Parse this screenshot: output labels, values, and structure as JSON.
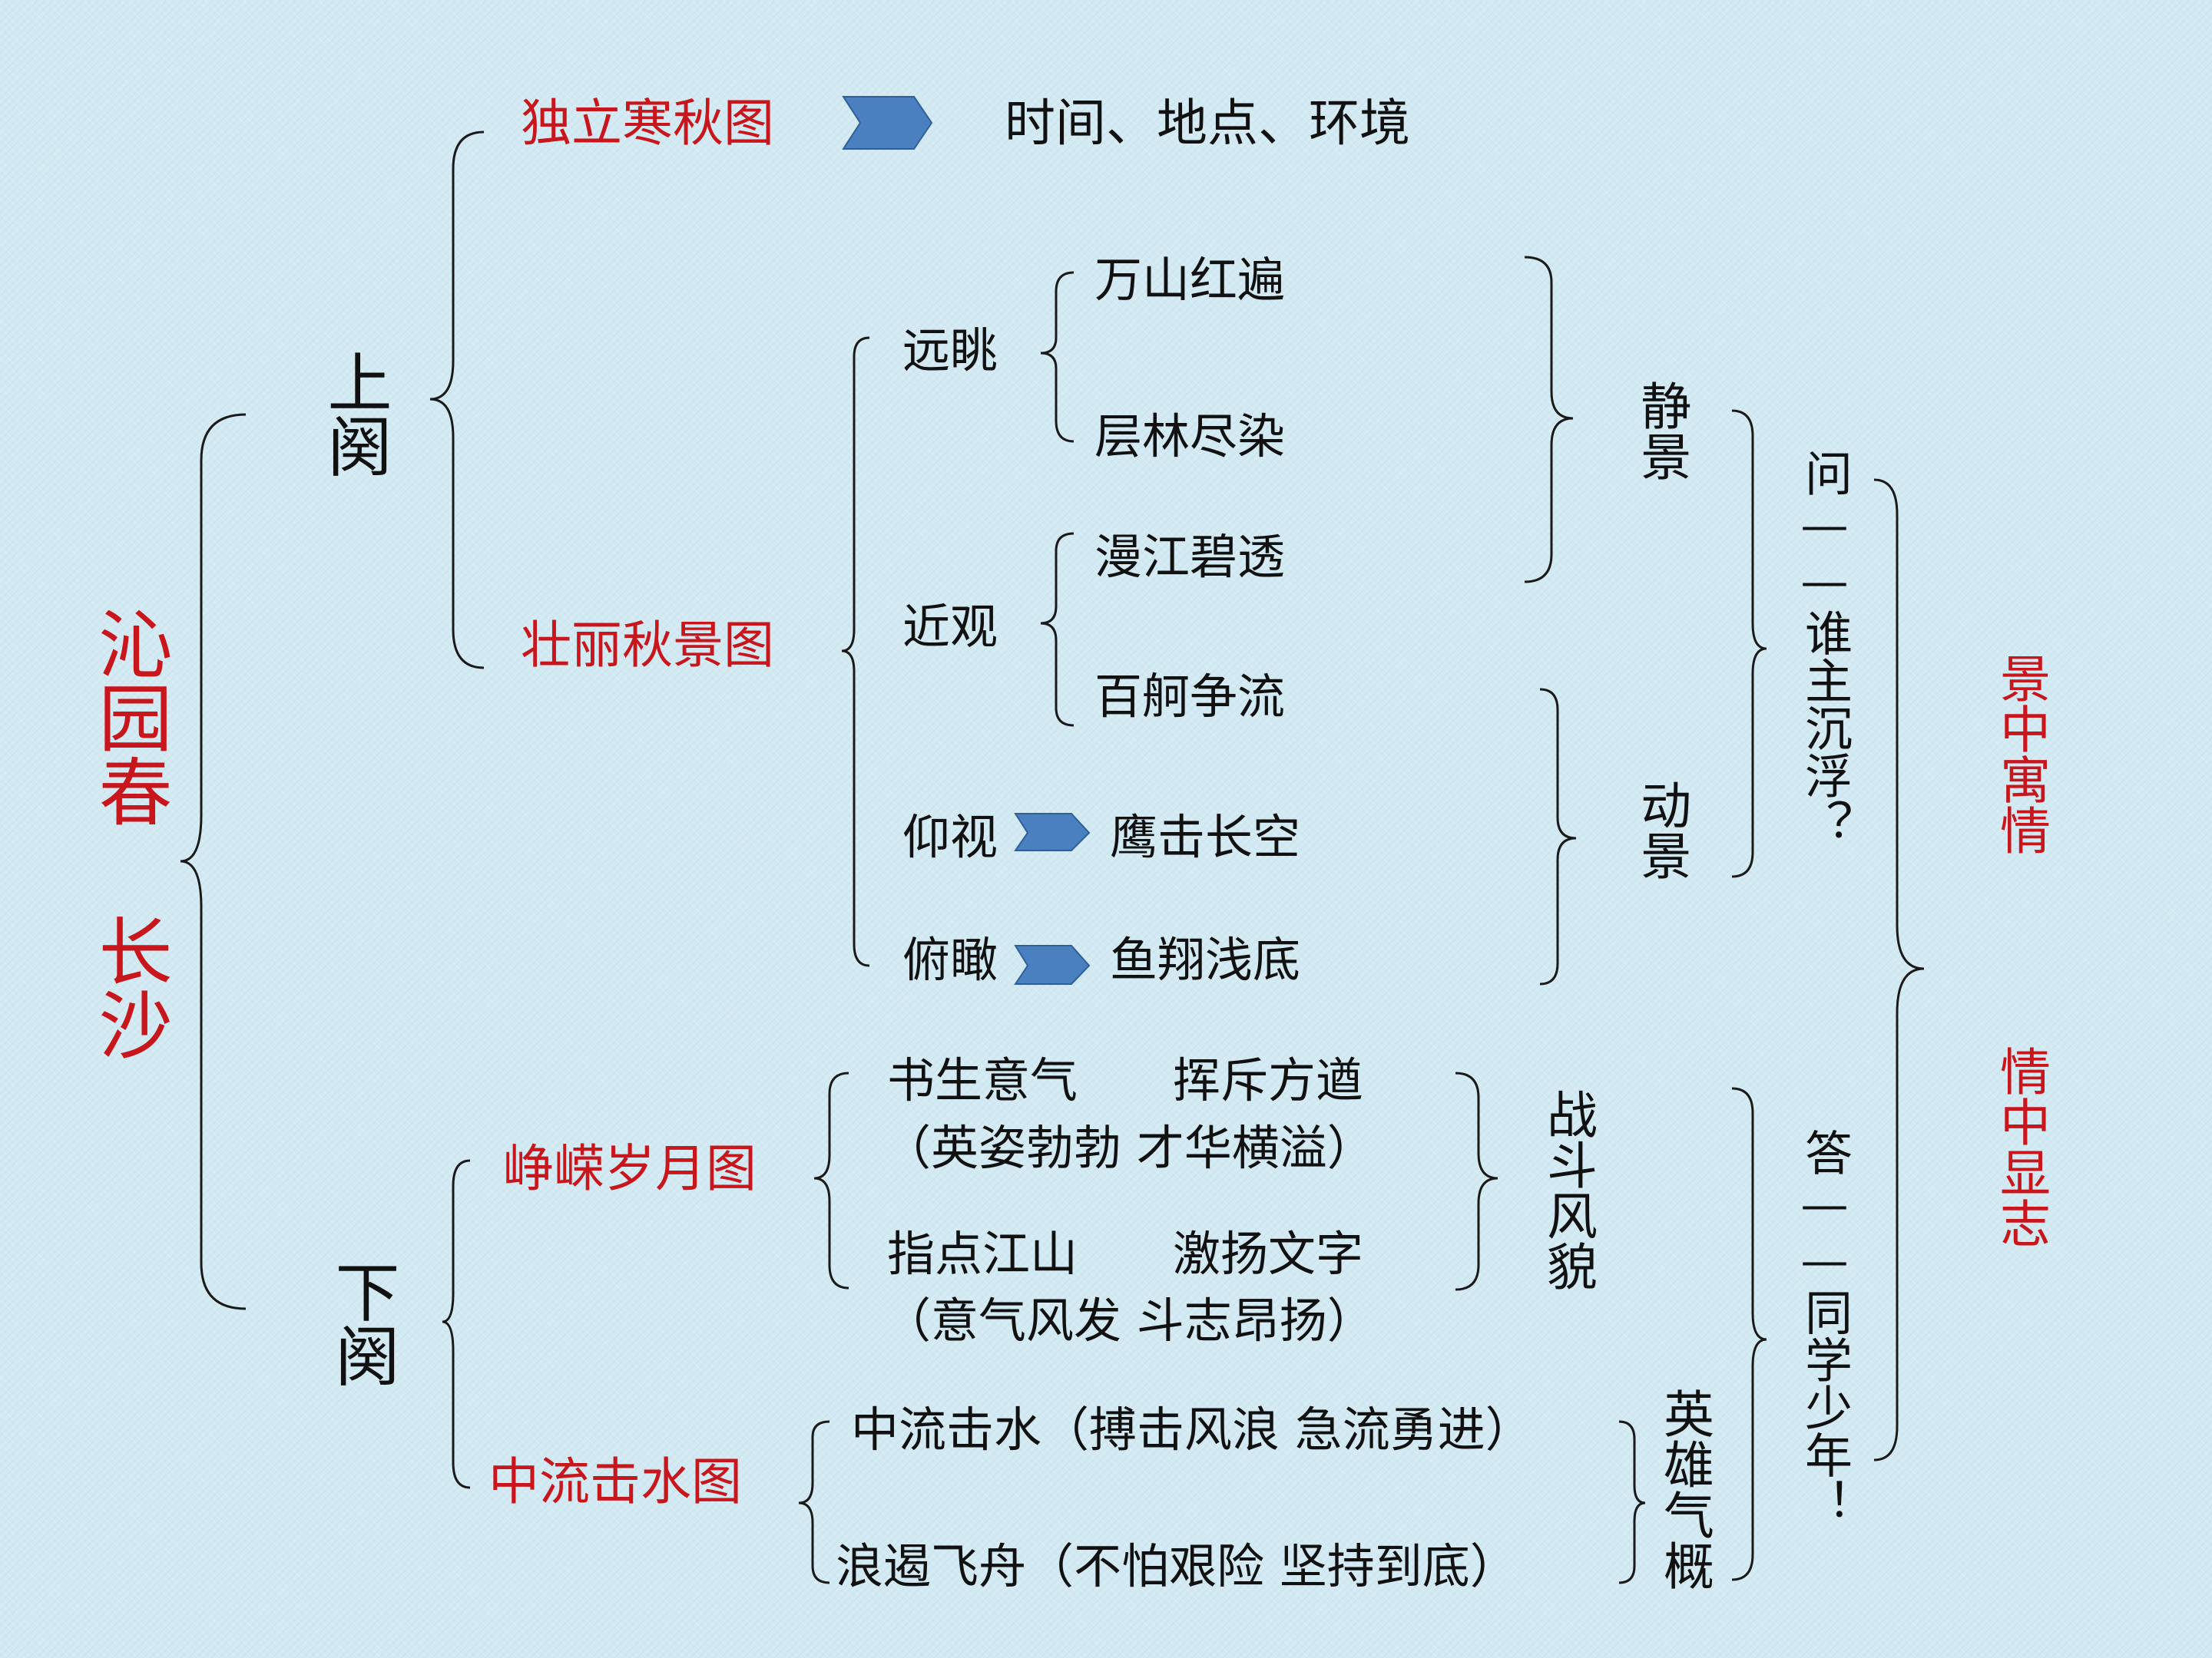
{
  "title": {
    "line1": "沁园春",
    "line2": "长沙"
  },
  "part1": {
    "label": "上阕",
    "scene1": {
      "label": "独立寒秋图",
      "detail": "时间、地点、环境"
    },
    "scene2": {
      "label": "壮丽秋景图",
      "far": {
        "label": "远眺",
        "items": [
          "万山红遍",
          "层林尽染"
        ]
      },
      "near": {
        "label": "近观",
        "items": [
          "漫江碧透",
          "百舸争流"
        ]
      },
      "up": {
        "label": "仰视",
        "item": "鹰击长空"
      },
      "down": {
        "label": "俯瞰",
        "item": "鱼翔浅底"
      },
      "static_label": "静景",
      "dynamic_label": "动景"
    },
    "question": "问——谁主沉浮？"
  },
  "part2": {
    "label": "下阕",
    "scene3": {
      "label": "峥嵘岁月图",
      "rows": [
        {
          "main": "书生意气　　挥斥方遒",
          "note": "（英姿勃勃  才华横溢）"
        },
        {
          "main": "指点江山　　激扬文字",
          "note": "（意气风发  斗志昂扬）"
        }
      ],
      "summary": "战斗风貌"
    },
    "scene4": {
      "label": "中流击水图",
      "rows": [
        "中流击水（搏击风浪  急流勇进）",
        "浪遏飞舟（不怕艰险  坚持到底）"
      ],
      "summary": "英雄气概"
    },
    "answer": "答——同学少年！"
  },
  "themes": [
    "景中寓情",
    "情中显志"
  ],
  "colors": {
    "accent_red": "#c8161d",
    "arrow_blue": "#4a7fc0",
    "text": "#111111",
    "background": "#d3eaf3"
  }
}
